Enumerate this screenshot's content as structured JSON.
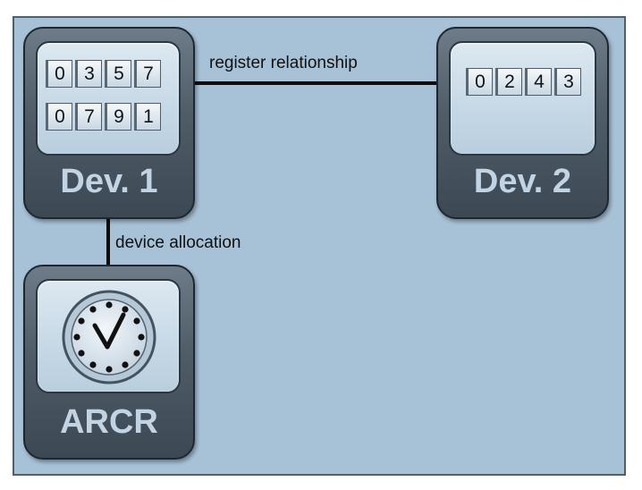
{
  "edges": {
    "register_relationship": "register relationship",
    "device_allocation": "device allocation"
  },
  "devices": {
    "dev1": {
      "label": "Dev. 1",
      "registers": [
        [
          "0",
          "3",
          "5",
          "7"
        ],
        [
          "0",
          "7",
          "9",
          "1"
        ]
      ]
    },
    "dev2": {
      "label": "Dev. 2",
      "registers": [
        [
          "0",
          "2",
          "4",
          "3"
        ]
      ]
    },
    "arcr": {
      "label": "ARCR",
      "icon": "clock-icon"
    }
  },
  "colors": {
    "background": "#a7c1d6",
    "device_body": "#4f5d69",
    "device_screen": "#c6d8e6",
    "device_label": "#c2d4e4",
    "connector": "#0c0c0c"
  }
}
